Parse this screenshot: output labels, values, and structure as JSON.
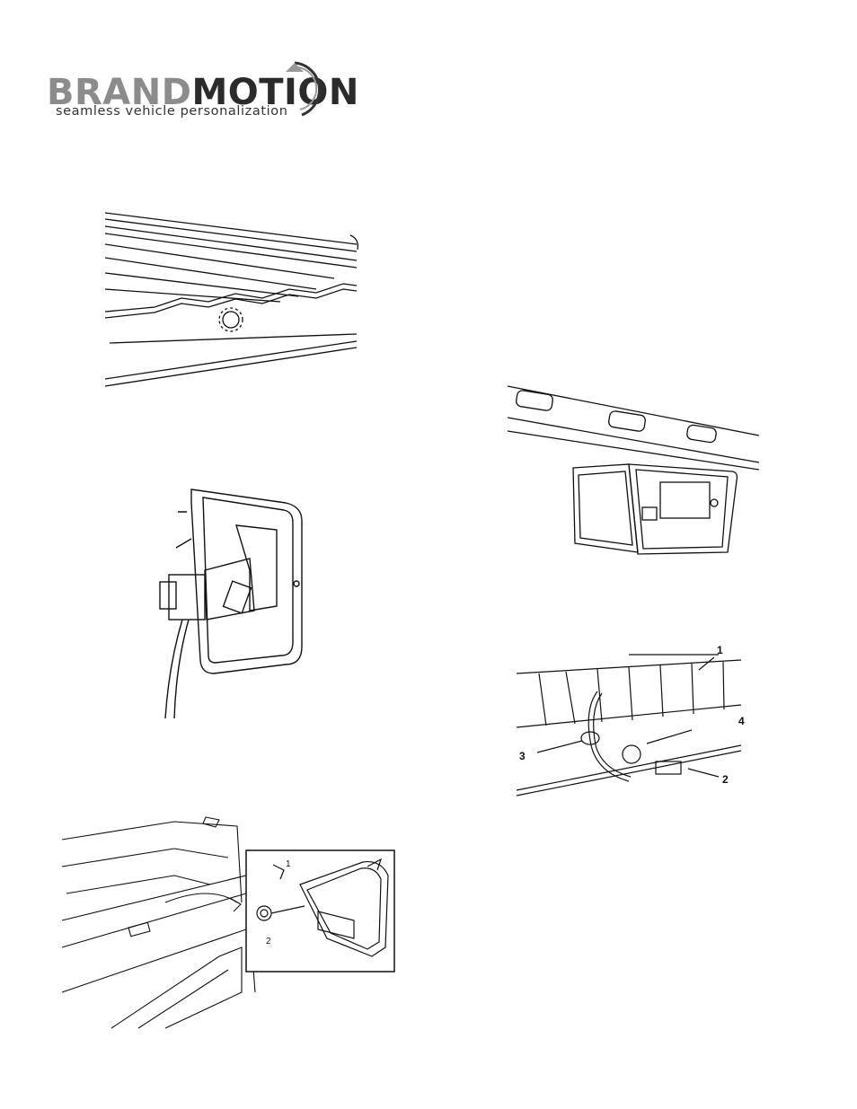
{
  "brand": {
    "word_brand": "BRAND",
    "word_motion": "MOTION",
    "tagline": "seamless vehicle personalization"
  },
  "figures": {
    "tailgate_detail": {
      "callouts": [
        "1",
        "2"
      ]
    },
    "bed_harness": {
      "callouts": [
        "1",
        "2",
        "3",
        "4"
      ]
    }
  }
}
